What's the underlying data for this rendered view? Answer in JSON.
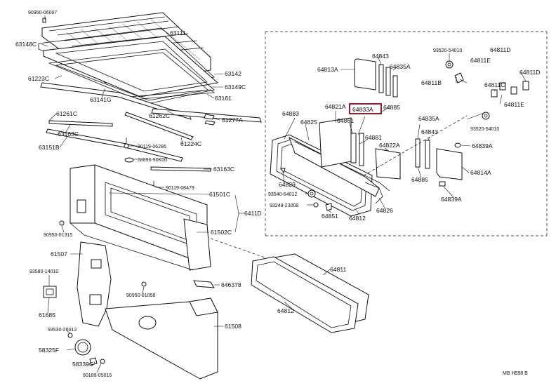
{
  "highlight": {
    "part": "64833A",
    "color": "#9b1c31"
  },
  "labels": {
    "p90950_06007": "90950-06007",
    "p63111": "63111",
    "p63148C": "63148C",
    "p63142": "63142",
    "p61223C": "61223C",
    "p63149C": "63149C",
    "p63141G": "63141G",
    "p63161": "63161",
    "p61262C": "61262C",
    "p61277A": "61277A",
    "p61261C": "61261C",
    "p63163C_a": "63163C",
    "p61224C": "61224C",
    "p90119_06286": "90119-06286",
    "p63151B": "63151B",
    "p68896_90K00": "68896-90K00",
    "p63163C_b": "63163C",
    "p90119_08479": "90119-08479",
    "p61501C": "61501C",
    "p6411D": "6411D",
    "p61502C": "61502C",
    "p90950_01315": "90950-01315",
    "p61507": "61507",
    "p93580_14010": "93580-14010",
    "p64637B": "646378",
    "p90950_01058": "90950-01058",
    "p61685": "61685",
    "p61508": "61508",
    "p93530_26012": "93530-26012",
    "p58325F": "58325F",
    "p58339C": "58339C",
    "p90189_05016": "90189-05016",
    "p64811_bottom": "64811",
    "p64812_bottom": "64812",
    "p64843_a": "64843",
    "p64813A": "64813A",
    "p64835A_a": "64835A",
    "p93520_54010_a": "93520-54010",
    "p64811D_a": "64811D",
    "p64811E_a": "64811E",
    "p64811B": "64811B",
    "p64811D_b": "64811D",
    "p64811C": "64811C",
    "p64811E_b": "64811E",
    "p64821A": "64821A",
    "p64833A": "64833A",
    "p64885_a": "64885",
    "p64883": "64883",
    "p64861": "64861",
    "p64825": "64825",
    "p64835A_b": "64835A",
    "p93520_54010_b": "93520-54010",
    "p64881": "64881",
    "p64843_b": "64843",
    "p64822A": "64822A",
    "p64839A_a": "64839A",
    "p64829": "64829",
    "p64814A": "64814A",
    "p64885_b": "64885",
    "p93540_64012": "93540-64012",
    "p93249_23008": "93249-23008",
    "p64839A_b": "64839A",
    "p64826": "64826",
    "p64851": "64851",
    "p64812_inset": "64812",
    "footer": "MB H598 B"
  }
}
